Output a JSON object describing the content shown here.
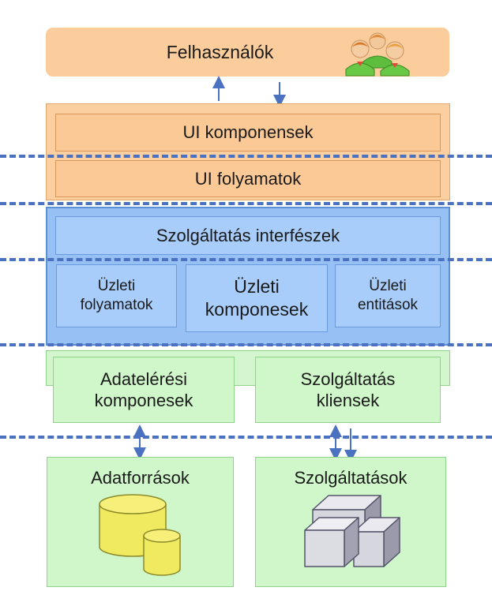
{
  "users": {
    "label": "Felhasználók",
    "icon": "users-group-icon"
  },
  "ui": {
    "components": "UI komponensek",
    "processes": "UI folyamatok"
  },
  "business": {
    "service_interfaces": "Szolgáltatás interfészek",
    "workflows": [
      "Üzleti",
      "folyamatok"
    ],
    "components": [
      "Üzleti",
      "komponesek"
    ],
    "entities": [
      "Üzleti",
      "entitások"
    ]
  },
  "data": {
    "access": [
      "Adatelérési",
      "komponesek"
    ],
    "service_agents": [
      "Szolgáltatás",
      "kliensek"
    ]
  },
  "sources": {
    "datasources": {
      "label": "Adatforrások",
      "icon": "database-cylinders-icon"
    },
    "services": {
      "label": "Szolgáltatások",
      "icon": "service-cubes-icon"
    }
  },
  "colors": {
    "presentation": "#fbcf9f",
    "business": "#97c1f5",
    "data": "#d3f6cf",
    "separator": "#4a72c0",
    "database": "#f0ea60"
  }
}
